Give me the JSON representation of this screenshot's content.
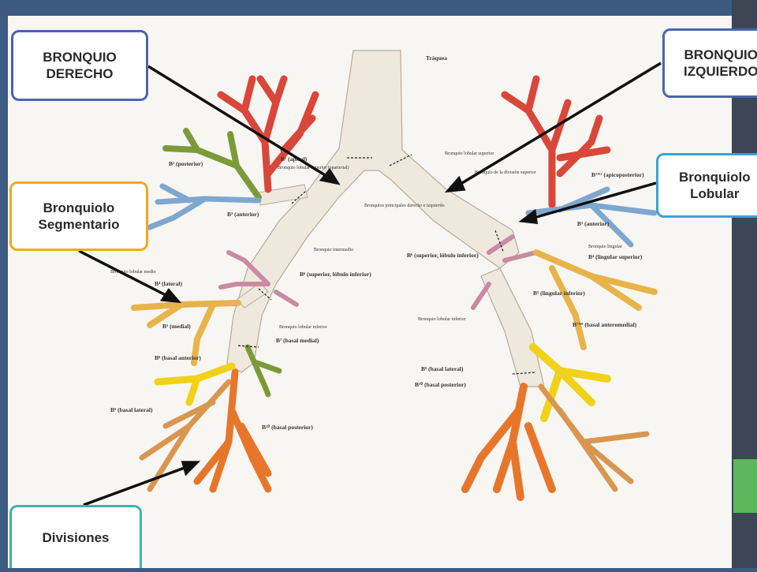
{
  "callouts": {
    "bronquio_derecho": "BRONQUIO\nDERECHO",
    "bronquio_izquierdo": "BRONQUIO\nIZQUIERDO",
    "bronquiolo_lobular": "Bronquiolo\nLobular",
    "bronquiolo_segmentario": "Bronquiolo\nSegmentario",
    "divisiones": "Divisiones"
  },
  "labels": {
    "traquea": "Tráquea",
    "b1_apical": "B¹ (apical)",
    "bronquio_lobular_superior_r": "Bronquio lobular superior (eparterial)",
    "b2_posterior": "B² (posterior)",
    "b3_anterior_r": "B³ (anterior)",
    "bronquios_principales": "Bronquios principales derecho e izquierdo",
    "bronquio_lobular_superior_l": "Bronquio lobular superior",
    "bronquio_division_superior": "Bronquio de la división superior",
    "b12_apicoposterior": "B¹⁺² (apicoposterior)",
    "b3_anterior_l": "B³ (anterior)",
    "bronquio_lingular": "Bronquio lingular",
    "b4_lingular_superior": "B⁴ (lingular superior)",
    "b5_lingular_inferior": "B⁵ (lingular inferior)",
    "b6_superior_izq": "B⁶ (superior, lóbulo inferior)",
    "bronquio_intermedio": "Bronquio intermedio",
    "bronquio_lobular_medio": "Bronquio lobular medio",
    "b4_lateral": "B⁴ (lateral)",
    "b5_medial": "B⁵ (medial)",
    "b6_superior_der": "B⁶ (superior, lóbulo inferior)",
    "bronquio_lobular_inferior_r": "Bronquio lobular inferior",
    "b7_basal_medial": "B⁷ (basal medial)",
    "b8_basal_anterior_r": "B⁸ (basal anterior)",
    "b9_basal_lateral_r": "B⁹ (basal lateral)",
    "b10_basal_posterior_r": "B¹⁰ (basal posterior)",
    "bronquio_lobular_inferior_l": "Bronquio lobular inferior",
    "b78_basal_anteromedial": "B⁷⁺⁸ (basal anteromedial)",
    "b9_basal_lateral_l": "B⁹ (basal lateral)",
    "b10_basal_posterior_l": "B¹⁰ (basal posterior)"
  },
  "colors": {
    "trachea": "#efe8dd",
    "red": "#d9473a",
    "green": "#7c9a3a",
    "blue": "#7fa7cf",
    "pink": "#c98aa3",
    "gold": "#e8b34a",
    "yellow": "#f0d21a",
    "orange": "#e8762a",
    "tan": "#d99650",
    "arrow": "#111111"
  }
}
